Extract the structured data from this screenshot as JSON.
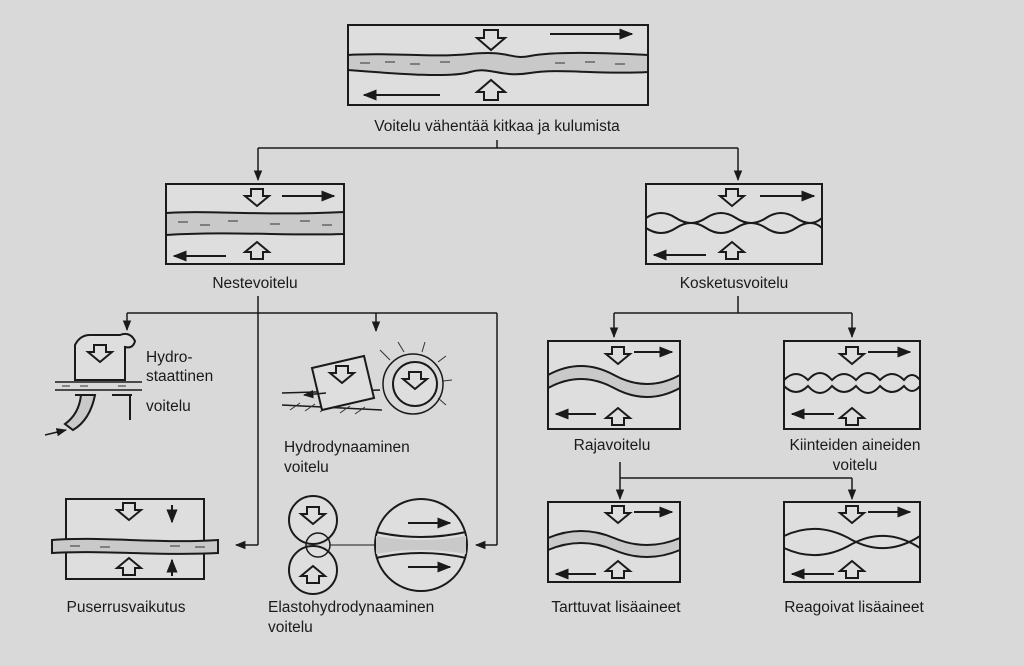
{
  "title": "Voitelu vähentää kitkaa ja kulumista",
  "nodes": {
    "fluid": "Nestevoitelu",
    "contact": "Kosketusvoitelu",
    "hydrostatic": [
      "Hydro-",
      "staattinen",
      "voitelu"
    ],
    "hydrodynamic": [
      "Hydrodynaaminen",
      "voitelu"
    ],
    "squeeze": "Puserrusvaikutus",
    "ehd": [
      "Elastohydrodynaaminen",
      "voitelu"
    ],
    "boundary": "Rajavoitelu",
    "solid": [
      "Kiinteiden aineiden",
      "voitelu"
    ],
    "adhesive_additives": "Tarttuvat lisäaineet",
    "reactive_additives": "Reagoivat lisäaineet"
  },
  "colors": {
    "background": "#d9d9d9",
    "line": "#1a1a1a",
    "box_fill": "#dedede",
    "film": "#c9c9c9"
  }
}
